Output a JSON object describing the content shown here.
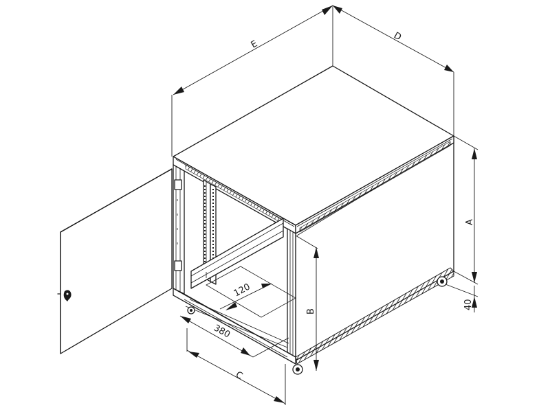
{
  "diagram": {
    "title": "Server rack cabinet dimension drawing",
    "dimensions": {
      "A": "A",
      "B": "B",
      "C": "C",
      "D": "D",
      "E": "E",
      "caster_height": "40",
      "rail_width": "120",
      "rail_depth": "380"
    },
    "components": [
      "cabinet-body",
      "top-cover-with-vents",
      "open-front-door",
      "door-lock",
      "door-hinges",
      "19-inch-mounting-rails",
      "side-support-rail",
      "bottom-vent-strip",
      "caster-wheels"
    ],
    "colors": {
      "line": "#1a1a1a",
      "background": "#ffffff"
    }
  }
}
